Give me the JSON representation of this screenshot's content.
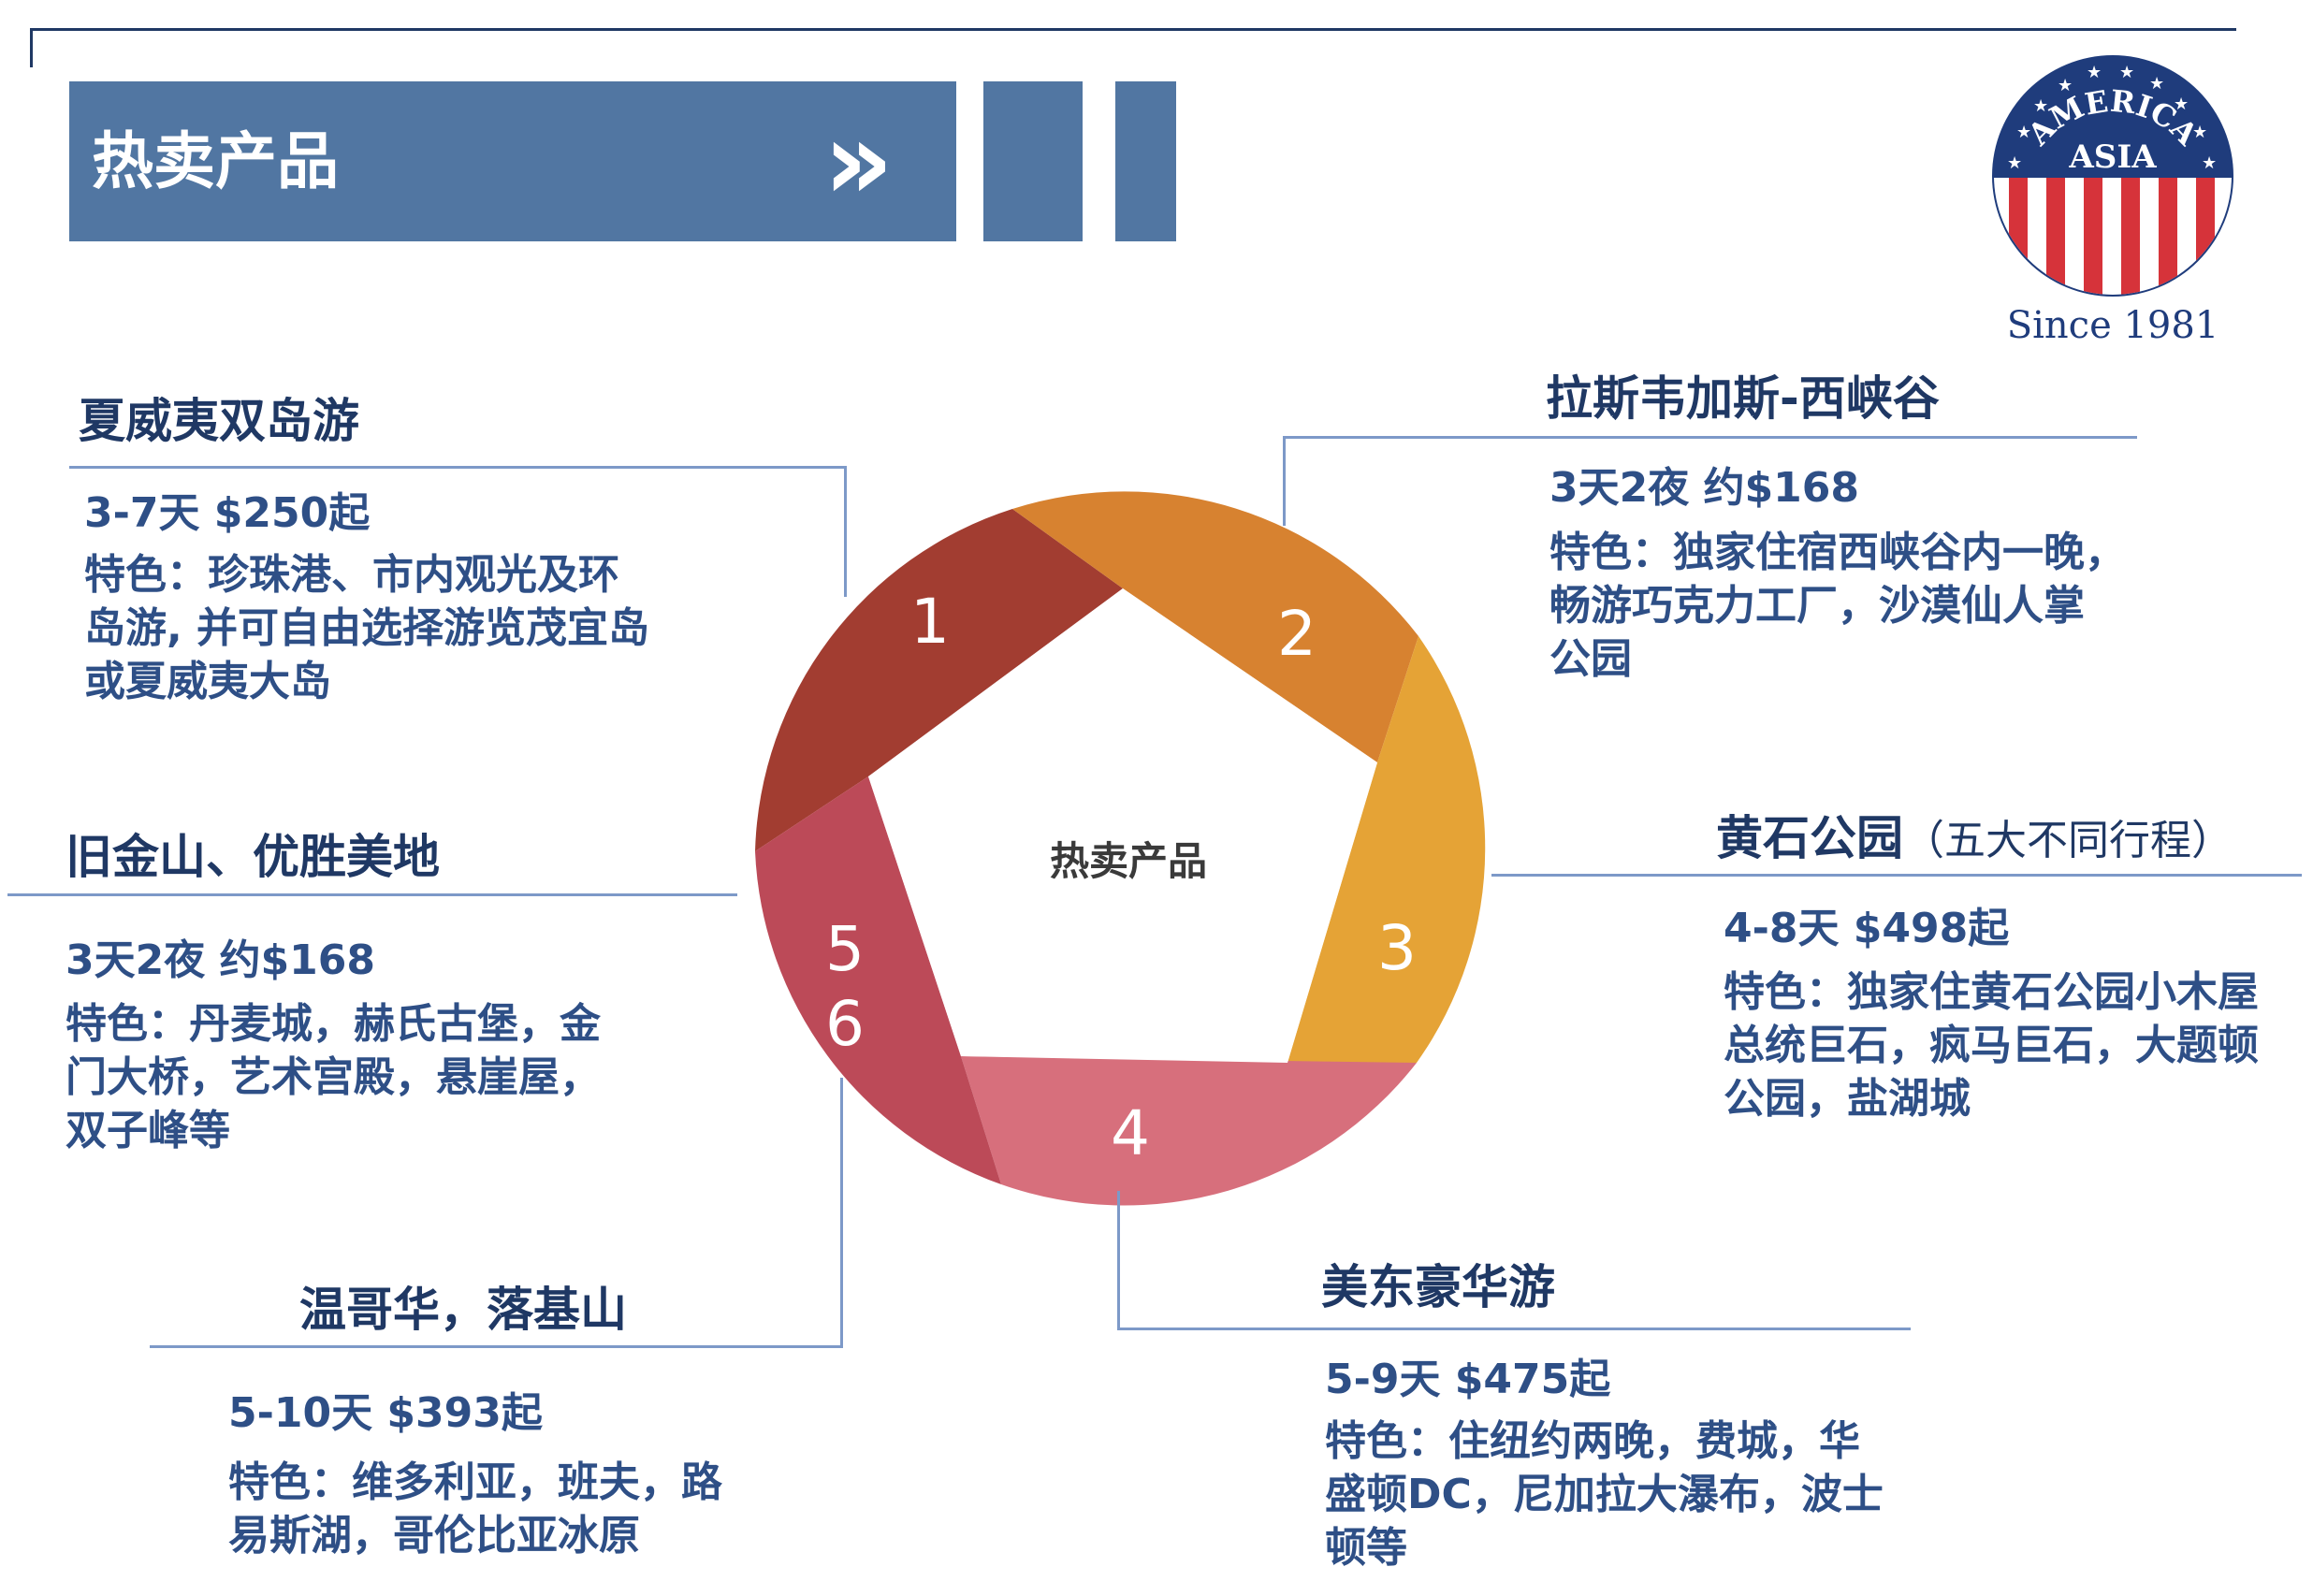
{
  "header": {
    "title": "热卖产品",
    "chevrons": "»"
  },
  "logo": {
    "arc_text": "AMERICA",
    "center_text": "ASIA",
    "since": "Since 1981",
    "colors": {
      "navy": "#1f3c7c",
      "red": "#d6333a"
    }
  },
  "diagram": {
    "center_label": "热卖产品",
    "segments": [
      {
        "number": "1",
        "color": "#a23d31"
      },
      {
        "number": "2",
        "color": "#d78230"
      },
      {
        "number": "3",
        "color": "#e5a336"
      },
      {
        "number": "4",
        "color": "#d76f7c"
      },
      {
        "number": "5",
        "color": "#bc4a58"
      },
      {
        "number": "6",
        "color": "#bc4a58"
      }
    ]
  },
  "products": {
    "hawaii": {
      "title": "夏威夷双岛游",
      "price": "3-7天 $250起",
      "desc": [
        "特色：珍珠港、市内观光及环",
        "岛游, 并可自由选择游览茂宜岛",
        "或夏威夷大岛"
      ]
    },
    "vegas": {
      "title": "拉斯韦加斯-西峡谷",
      "price": "3天2夜  约$168",
      "desc": [
        "特色：独家住宿西峡谷内一晚，",
        "畅游巧克力工厂，沙漠仙人掌",
        "公园"
      ]
    },
    "yellowstone": {
      "title": "黄石公园",
      "subtitle": "（五大不同行程）",
      "price": "4-8天 $498起",
      "desc": [
        "特色：独家住黄石公园小木屋",
        "总统巨石，疯马巨石，大题顿",
        "公园，盐湖城"
      ]
    },
    "sanfrancisco": {
      "title": "旧金山、优胜美地",
      "price": "3天2夜  约$168",
      "desc": [
        "特色：丹麦城，赫氏古堡，金",
        "门大桥，艺术宫殿，悬崖屋，",
        "双子峰等"
      ]
    },
    "east": {
      "title": "美东豪华游",
      "price": "5-9天  $475起",
      "desc": [
        "特色：住纽约两晚，费城，华",
        "盛顿DC，尼加拉大瀑布，波士",
        "顿等"
      ]
    },
    "vancouver": {
      "title": "温哥华，落基山",
      "price": "5-10天  $393起",
      "desc": [
        "特色：维多利亚，班夫，路",
        "易斯湖，哥伦比亚冰原"
      ]
    }
  }
}
